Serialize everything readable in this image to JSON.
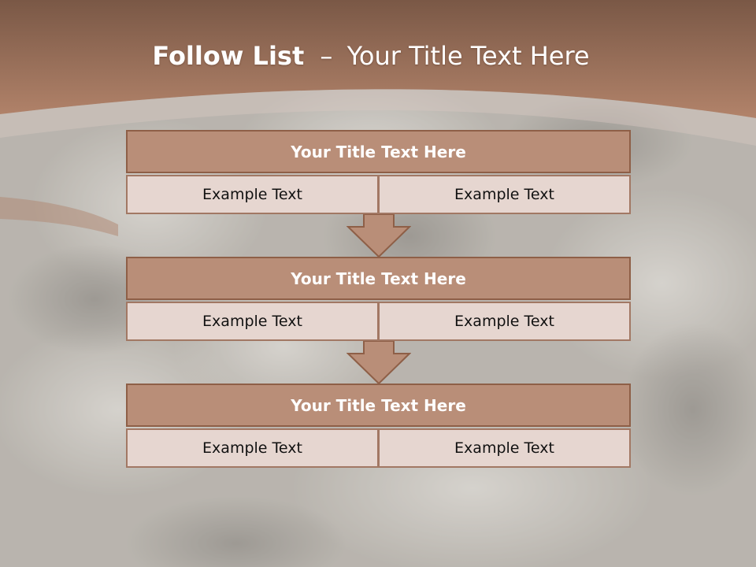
{
  "slide": {
    "title_bold": "Follow List",
    "title_sep": "–",
    "title_rest": "Your Title Text Here"
  },
  "blocks": [
    {
      "title": "Your Title Text Here",
      "left": "Example Text",
      "right": "Example Text"
    },
    {
      "title": "Your Title Text Here",
      "left": "Example Text",
      "right": "Example Text"
    },
    {
      "title": "Your Title Text Here",
      "left": "Example Text",
      "right": "Example Text"
    }
  ],
  "colors": {
    "header_band": "#8c6450",
    "box_header": "#b98e78",
    "box_border": "#8e5f47",
    "cell_fill": "#e6d6d0"
  }
}
